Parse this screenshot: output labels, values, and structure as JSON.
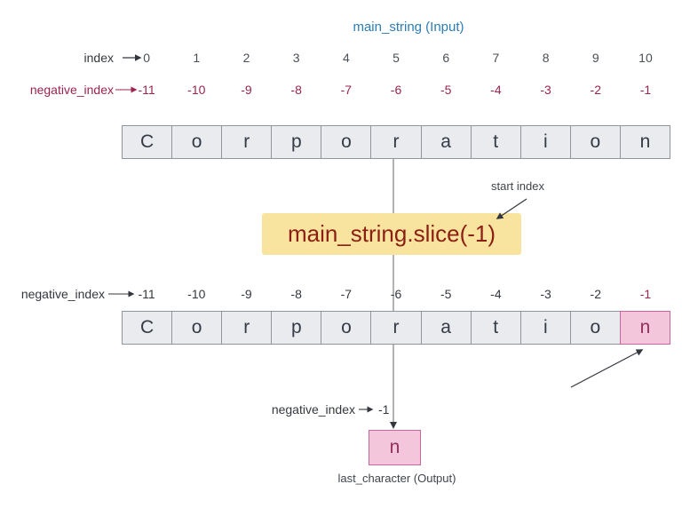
{
  "labels": {
    "input": "main_string (Input)",
    "index": "index",
    "negative_index": "negative_index",
    "start_index": "start index",
    "callout_label": "negative_index",
    "callout_value": "-1",
    "output": "last_character (Output)"
  },
  "index_row": {
    "values": [
      "0",
      "1",
      "2",
      "3",
      "4",
      "5",
      "6",
      "7",
      "8",
      "9",
      "10"
    ]
  },
  "negative_row": {
    "values": [
      "-11",
      "-10",
      "-9",
      "-8",
      "-7",
      "-6",
      "-5",
      "-4",
      "-3",
      "-2",
      "-1"
    ]
  },
  "string": {
    "letters": [
      "C",
      "o",
      "r",
      "p",
      "o",
      "r",
      "a",
      "t",
      "i",
      "o",
      "n"
    ],
    "highlighted_letter_index": 10
  },
  "slice_box": {
    "text": "main_string.slice(-1)"
  },
  "output_box": {
    "letter": "n"
  },
  "colors": {
    "accent_blue": "#2d7db3",
    "maroon": "#9b2450",
    "slice_text": "#8c1f14",
    "slice_bg": "#f8e49e",
    "cell_bg": "#e9ebee",
    "cell_border": "#8f959b",
    "pink_bg": "#f4c6dc",
    "pink_border": "#c4679e",
    "pink_text": "#93305c"
  }
}
